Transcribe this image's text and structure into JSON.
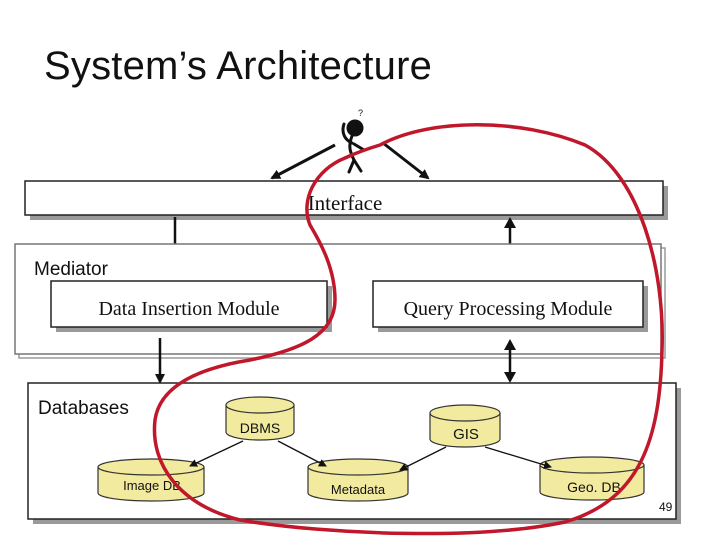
{
  "slide": {
    "title": "System’s Architecture",
    "page_number": "49"
  },
  "diagram": {
    "interface_label": "Interface",
    "mediator_label": "Mediator",
    "data_insertion_label": "Data Insertion Module",
    "query_processing_label": "Query Processing Module",
    "databases_label": "Databases",
    "dbms_label": "DBMS",
    "gis_label": "GIS",
    "image_db_label": "Image DB",
    "metadata_label": "Metadata",
    "geo_db_label": "Geo. DB"
  },
  "colors": {
    "annotation_loop": "#c0172b",
    "box_shadow": "#9a9a9a",
    "cylinder_fill": "#f2ea9e"
  },
  "icons": {
    "user": "confused-user-stick-figure-icon"
  }
}
